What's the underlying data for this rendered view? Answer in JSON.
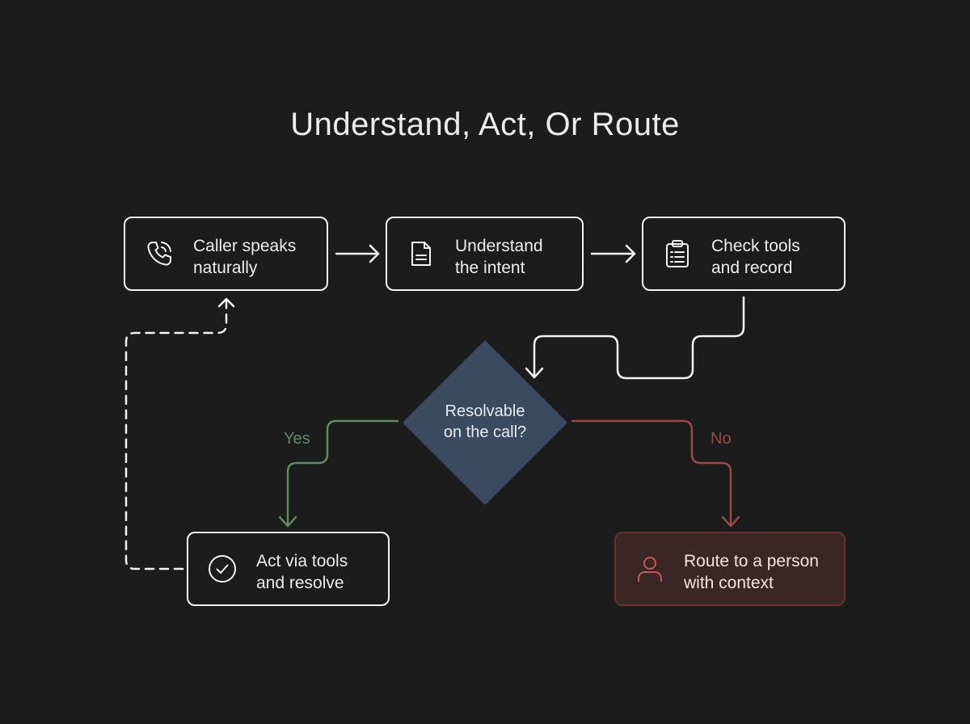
{
  "diagram": {
    "title": "Understand, Act, Or Route",
    "nodes": {
      "caller": {
        "line1": "Caller speaks",
        "line2": "naturally",
        "icon": "phone-ringing-icon"
      },
      "understand": {
        "line1": "Understand",
        "line2": "the intent",
        "icon": "document-icon"
      },
      "check": {
        "line1": "Check tools",
        "line2": "and record",
        "icon": "clipboard-list-icon"
      },
      "decision": {
        "line1": "Resolvable",
        "line2": "on the call?"
      },
      "act": {
        "line1": "Act via tools",
        "line2": "and resolve",
        "icon": "check-circle-icon"
      },
      "route": {
        "line1": "Route to a person",
        "line2": "with context",
        "icon": "person-icon"
      }
    },
    "branches": {
      "yes": "Yes",
      "no": "No"
    },
    "colors": {
      "background": "#1c1c1c",
      "stroke": "#f2f2f2",
      "decision_fill": "#3b4b5f",
      "yes": "#5f8a62",
      "no": "#9a4a45",
      "route_fill": "#3b2626",
      "route_border": "#63312f"
    }
  }
}
